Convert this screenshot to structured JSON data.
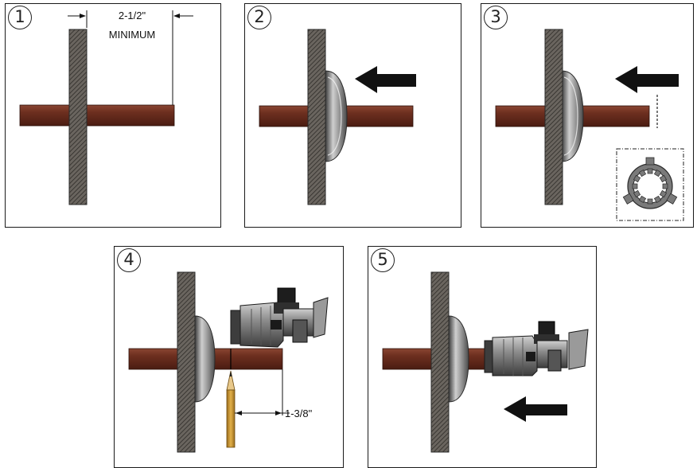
{
  "steps": [
    {
      "number": "1"
    },
    {
      "number": "2"
    },
    {
      "number": "3"
    },
    {
      "number": "4"
    },
    {
      "number": "5"
    }
  ],
  "dimensions": {
    "minimum_value": "2-1/2\"",
    "minimum_label": "MINIMUM",
    "mark_value": "1-3/8\""
  },
  "colors": {
    "pipe": "#6b2e1f",
    "wall": "#5a5651",
    "arrow": "#111111",
    "pencil": "#c9952f"
  }
}
